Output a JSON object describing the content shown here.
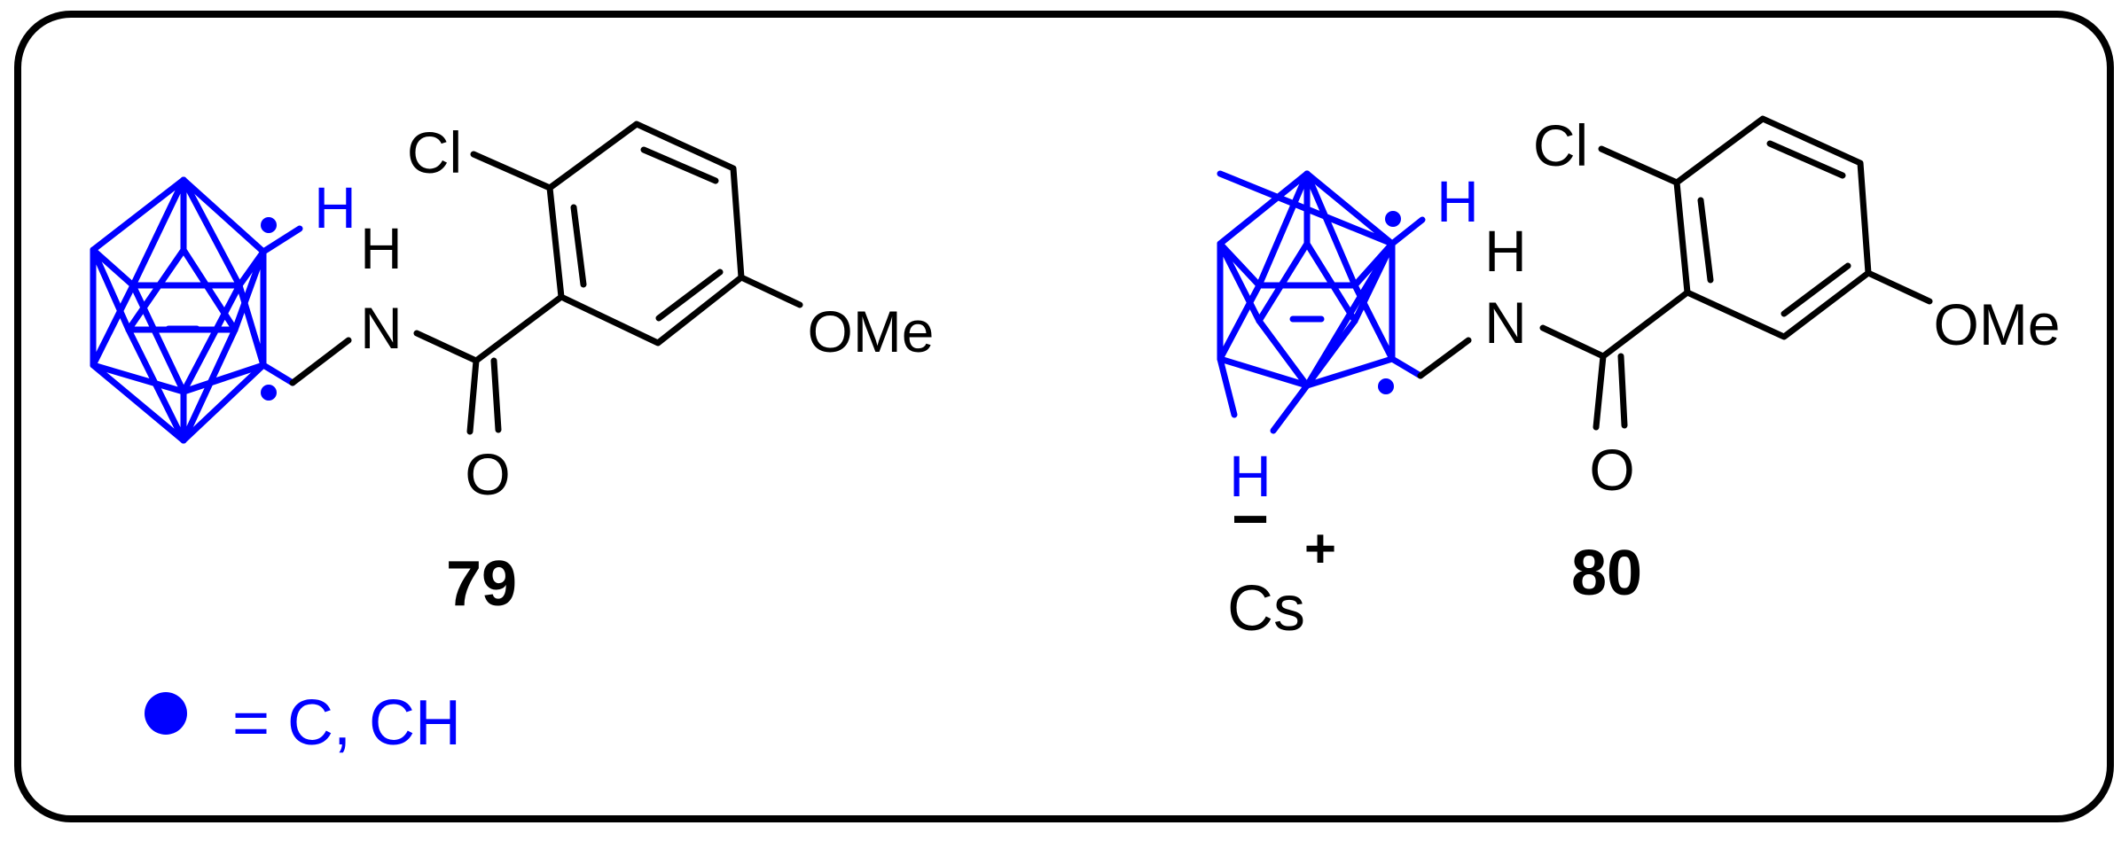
{
  "colors": {
    "frame": "#000000",
    "bond": "#000000",
    "cage": "#0000ff",
    "background": "#ffffff"
  },
  "compound_79": {
    "number": "79",
    "atom_cl": "Cl",
    "atom_h_cage": "H",
    "atom_nh_h": "H",
    "atom_n": "N",
    "atom_o": "O",
    "atom_ome": "OMe"
  },
  "compound_80": {
    "number": "80",
    "atom_cl": "Cl",
    "atom_h_cage": "H",
    "atom_h_bridge": "H",
    "charge_minus": "−",
    "counter_ion": "Cs",
    "charge_plus": "+",
    "atom_nh_h": "H",
    "atom_n": "N",
    "atom_o": "O",
    "atom_ome": "OMe"
  },
  "legend": {
    "marker_icon": "filled-blue-dot",
    "text": "= C, CH"
  }
}
